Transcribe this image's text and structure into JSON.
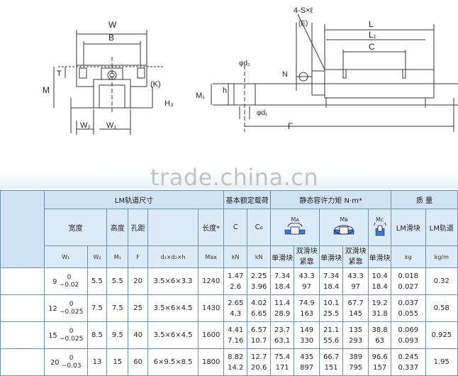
{
  "drawing": {
    "labels": {
      "W": "W",
      "B": "B",
      "T": "T",
      "M": "M",
      "K": "(K)",
      "H3": "H₃",
      "W2": "W₂",
      "W1": "W₁",
      "bolt": "4-S×ℓ",
      "E": "(E)",
      "L": "L",
      "L1": "L₁",
      "C": "C",
      "d2": "φd₂",
      "N": "N",
      "M1": "M₁",
      "h": "h",
      "d1": "φd₁",
      "F": "F"
    }
  },
  "watermark": "trade.china.cn",
  "table": {
    "header": {
      "lm_dims": "LM轨道尺寸",
      "basic_load": "基本额定载荷",
      "static_moment": "静态容许力矩 N·m*",
      "mass": "质 量",
      "width": "宽度",
      "height": "高度",
      "hole_pitch": "孔距",
      "length": "长度*",
      "C": "C",
      "C0": "C₀",
      "MA": "Mᴀ",
      "MB": "Mʙ",
      "MC": "Mᴄ",
      "lm_block": "LM滑块",
      "lm_rail": "LM轨道",
      "single_block": "单滑块",
      "double_block": "双滑块紧靠",
      "W1": "W₁",
      "W2": "W₂",
      "M1": "M₁",
      "F": "F",
      "d_spec": "d₁×d₂×h",
      "max": "Max",
      "kN": "kN",
      "kN2": "kN",
      "kg": "kg",
      "kgm": "kg/m"
    },
    "rows": [
      {
        "w1": "9",
        "tol_a": "0",
        "tol_b": "−0.02",
        "w2": "5.5",
        "m1": "5.5",
        "f": "20",
        "d": "3.5×6×3.3",
        "max": "1240",
        "c": "1.47\n2.6",
        "c0": "2.25\n3.96",
        "ma1": "7.34\n18.4",
        "ma2": "43.3\n97",
        "mb1": "7.34\n18.4",
        "mb2": "43.3\n97",
        "mc": "10.4\n18.4",
        "blk": "0.018\n0.027",
        "rail": "0.32"
      },
      {
        "w1": "12",
        "tol_a": "0",
        "tol_b": "−0.025",
        "w2": "7.5",
        "m1": "7.5",
        "f": "25",
        "d": "3.5×6×4.5",
        "max": "1430",
        "c": "2.65\n4.3",
        "c0": "4.02\n6.65",
        "ma1": "11.4\n28.9",
        "ma2": "74.9\n163",
        "mb1": "10.1\n25.5",
        "mb2": "67.7\n145",
        "mc": "19.2\n31.8",
        "blk": "0.037\n0.055",
        "rail": "0.58"
      },
      {
        "w1": "15",
        "tol_a": "0",
        "tol_b": "−0.025",
        "w2": "8.5",
        "m1": "9.5",
        "f": "40",
        "d": "3.5×6×4.5",
        "max": "1600",
        "c": "4.41\n7.16",
        "c0": "6.57\n10.7",
        "ma1": "23.7\n63.1",
        "ma2": "149\n330",
        "mb1": "21.1\n55.6",
        "mb2": "135\n293",
        "mc": "38.8\n63",
        "blk": "0.069\n0.093",
        "rail": "0.925"
      },
      {
        "w1": "20",
        "tol_a": "0",
        "tol_b": "−0.03",
        "w2": "13",
        "m1": "15",
        "f": "60",
        "d": "6×9.5×8.5",
        "max": "1800",
        "c": "8.82\n14.2",
        "c0": "12.7\n20.6",
        "ma1": "75.4\n171",
        "ma2": "435\n897",
        "mb1": "66.7\n151",
        "mb2": "389\n795",
        "mc": "96.6\n157",
        "blk": "0.245\n0.337",
        "rail": "1.95"
      }
    ]
  }
}
